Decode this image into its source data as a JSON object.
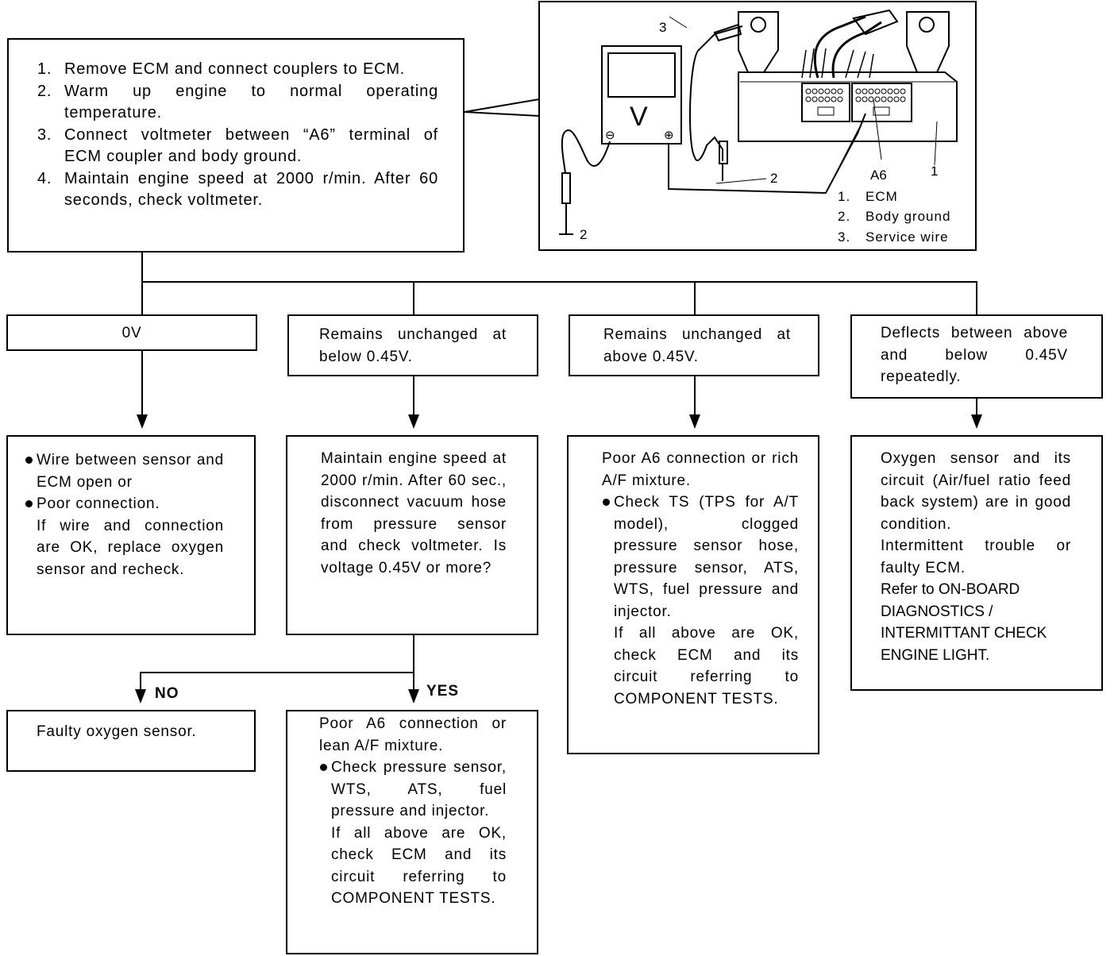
{
  "procedure": {
    "steps": [
      {
        "num": "1.",
        "text": "Remove ECM and connect couplers to ECM."
      },
      {
        "num": "2.",
        "text": "Warm up engine to normal operating temperature."
      },
      {
        "num": "3.",
        "text": "Connect voltmeter between “A6” terminal of ECM coupler and body ground."
      },
      {
        "num": "4.",
        "text": "Maintain engine speed at 2000 r/min. After 60 seconds, check voltmeter."
      }
    ]
  },
  "illustration": {
    "meter_symbol": "V",
    "minus_symbol": "⊖",
    "plus_symbol": "⊕",
    "callout_3": "3",
    "callout_2_left": "2",
    "callout_2_right": "2",
    "callout_a6": "A6",
    "callout_1": "1",
    "legend": [
      {
        "num": "1.",
        "label": "ECM"
      },
      {
        "num": "2.",
        "label": "Body ground"
      },
      {
        "num": "3.",
        "label": "Service wire"
      }
    ]
  },
  "results": {
    "r1": "0V",
    "r2": "Remains unchanged at below 0.45V.",
    "r3": "Remains unchanged at above 0.45V.",
    "r4": "Deflects between above and below 0.45V repeatedly."
  },
  "actions": {
    "a1": {
      "bullet1": "Wire between sensor and ECM open or",
      "bullet2": "Poor connection.",
      "note": "If wire and connection are OK, replace oxygen sensor and recheck."
    },
    "a2": {
      "text": "Maintain engine speed at 2000 r/min. After 60 sec., disconnect vacuum hose from pressure sensor and check voltmeter. Is voltage 0.45V or more?"
    },
    "a3": {
      "intro": "Poor A6 connection or rich A/F mixture.",
      "bullet": "Check TS (TPS for A/T model), clogged pressure sensor hose, pressure sensor, ATS, WTS, fuel pressure and injector.",
      "note": "If all above are OK, check ECM and its circuit referring to COMPONENT TESTS."
    },
    "a4": {
      "text": "Oxygen sensor and its circuit (Air/fuel ratio feed back system) are in good condition.",
      "text2": "Intermittent trouble or faulty ECM.",
      "note": "Refer to ON-BOARD DIAGNOSTICS / INTERMITTANT CHECK ENGINE LIGHT."
    }
  },
  "branch": {
    "no_label": "NO",
    "yes_label": "YES",
    "no_result": "Faulty oxygen sensor.",
    "yes_intro": "Poor A6 connection or lean A/F mixture.",
    "yes_bullet": "Check pressure sensor, WTS, ATS, fuel pressure and injector.",
    "yes_note": "If all above are OK, check ECM and its circuit referring to COMPONENT TESTS."
  }
}
